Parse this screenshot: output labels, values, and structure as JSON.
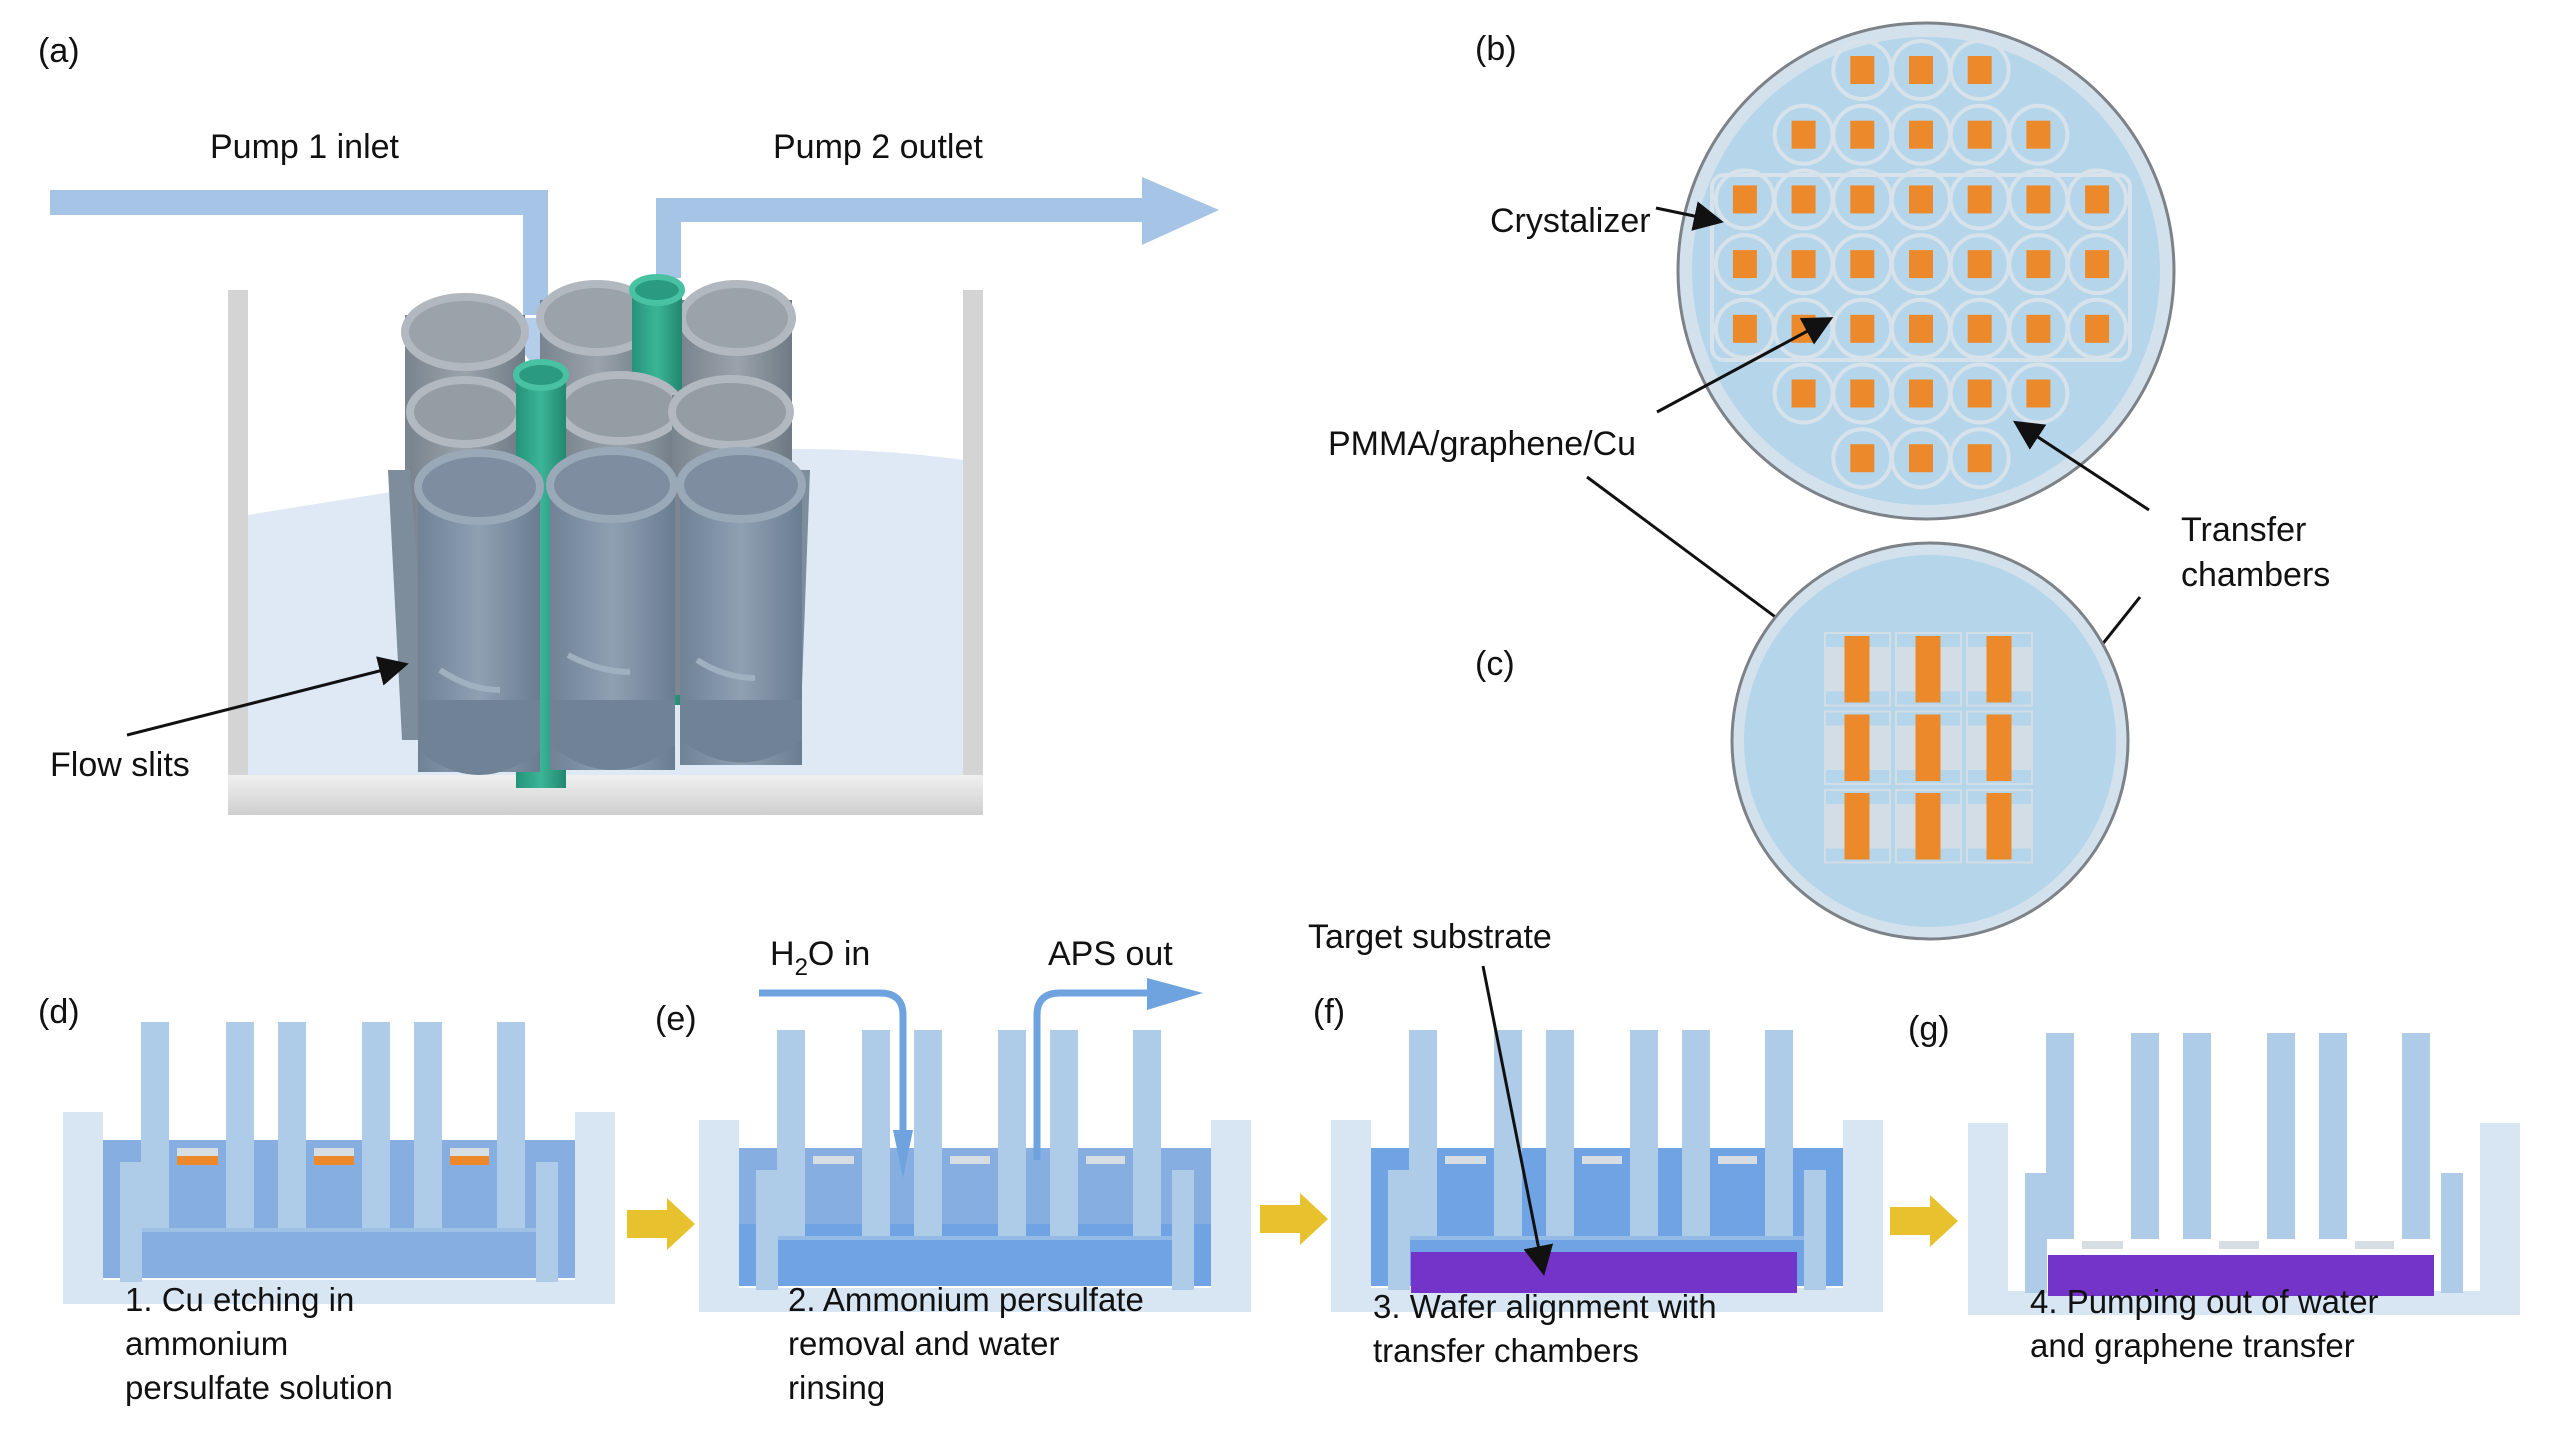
{
  "colors": {
    "flow_arrow": "#a6c4e6",
    "flow_arrow_dark": "#6fa3e0",
    "tube_gray": "#8a9299",
    "tube_gray_dark": "#6e7a86",
    "tube_teal": "#2fa68a",
    "water_light": "#dfe9f5",
    "tank_wall": "#d9d9d9",
    "wafer_fill": "#b5d5ea",
    "wafer_rim": "#d3e1ec",
    "wafer_edge": "#7c8288",
    "orange": "#ec8a2b",
    "grid_line": "#d7e2ea",
    "tank_outer": "#d8e6f4",
    "liquid_d": "#86aee0",
    "liquid_e_top": "#86aee0",
    "liquid_e_bottom": "#6fa3e3",
    "liquid_f": "#6fa3e3",
    "chamber": "#aecbe8",
    "film_gray": "#d6dde3",
    "substrate": "#7434c9",
    "step_arrow": "#e8c12e",
    "text": "#111111"
  },
  "panels": {
    "a": {
      "label": "(a)",
      "inlet_label": "Pump 1 inlet",
      "outlet_label": "Pump 2 outlet",
      "slits_label": "Flow slits"
    },
    "b": {
      "label": "(b)",
      "crystalizer_label": "Crystalizer",
      "sample_label": "PMMA/graphene/Cu",
      "chambers_label_line1": "Transfer",
      "chambers_label_line2": "chambers",
      "row_counts": [
        3,
        5,
        7,
        7,
        7,
        5,
        3
      ]
    },
    "c": {
      "label": "(c)",
      "grid_rows": 3,
      "grid_cols": 3
    },
    "d": {
      "label": "(d)",
      "caption": [
        "1. Cu etching in",
        "ammonium",
        "persulfate solution"
      ]
    },
    "e": {
      "label": "(e)",
      "h2o_label_main": "H",
      "h2o_label_sub": "2",
      "h2o_label_rest": "O in",
      "aps_label": "APS out",
      "caption": [
        "2. Ammonium persulfate",
        "removal and water",
        "rinsing"
      ]
    },
    "f": {
      "label": "(f)",
      "substrate_label": "Target substrate",
      "caption": [
        "3. Wafer alignment with",
        "transfer chambers"
      ]
    },
    "g": {
      "label": "(g)",
      "caption": [
        "4. Pumping out of water",
        "and graphene transfer"
      ]
    }
  }
}
